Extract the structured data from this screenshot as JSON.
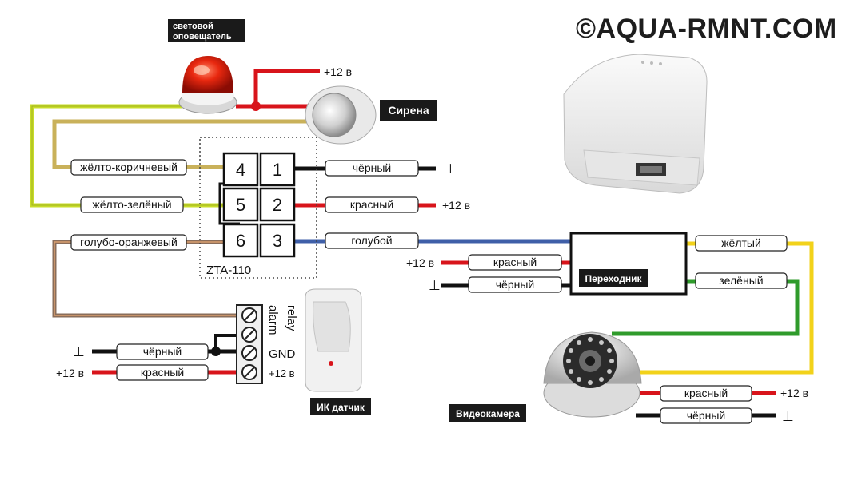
{
  "watermark": "©AQUA-RMNT.COM",
  "devices": {
    "light_indicator": "световой\nоповещатель",
    "siren": "Сирена",
    "ir_sensor": "ИК датчик",
    "adapter": "Переходник",
    "camera": "Видеокамера",
    "module": "ZTA-110"
  },
  "terminal_numbers": [
    "4",
    "1",
    "5",
    "2",
    "6",
    "3"
  ],
  "wires": {
    "yellow_brown": "жёлто-коричневый",
    "yellow_green": "жёлто-зелёный",
    "blue_orange": "голубо-оранжевый",
    "black": "чёрный",
    "red": "красный",
    "blue": "голубой",
    "yellow": "жёлтый",
    "green": "зелёный"
  },
  "power": {
    "plus12": "+12 в",
    "ground": "⊥"
  },
  "sensor_terminals": {
    "relay": "relay",
    "alarm": "alarm",
    "gnd": "GND",
    "plus12": "+12 в"
  },
  "colors": {
    "red_wire": "#d8141b",
    "black_wire": "#111111",
    "blue_wire": "#3f5fa8",
    "yellow_wire": "#f2d21a",
    "green_wire": "#2f9b2b",
    "yellow_green_wire": "#c8dc2a",
    "yellow_brown_wire": "#c9b15a",
    "blue_orange_wire": "#8a6d5a"
  }
}
